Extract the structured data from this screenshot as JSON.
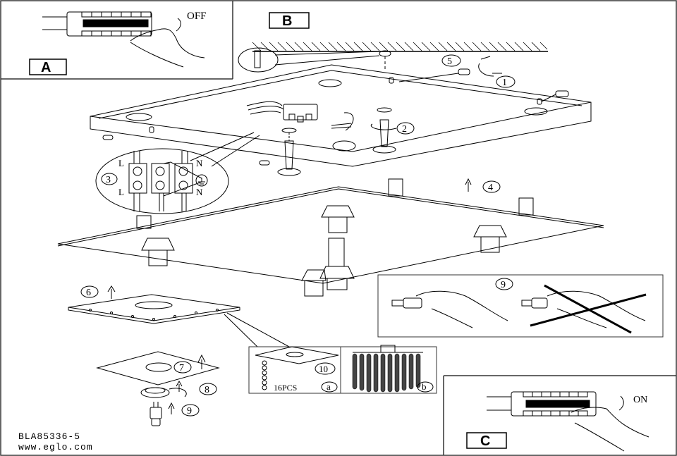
{
  "panels": {
    "A": {
      "label": "A",
      "switch_state": "OFF"
    },
    "B": {
      "label": "B"
    },
    "C": {
      "label": "C",
      "switch_state": "ON"
    }
  },
  "steps": {
    "s1": "1",
    "s2": "2",
    "s3": "3",
    "s4": "4",
    "s5": "5",
    "s6": "6",
    "s7": "7",
    "s8": "8",
    "s9": "9",
    "s9b": "9",
    "s10": "10"
  },
  "wiring": {
    "live_top": "L",
    "live_bottom": "L",
    "neutral_top": "N",
    "neutral_bottom": "N",
    "earth_symbol": "ground-icon"
  },
  "detail": {
    "pieces": "16PCS",
    "sub_a": "a",
    "sub_b": "b"
  },
  "footer": {
    "model": "BLA85336-5",
    "website": "www.eglo.com"
  },
  "colors": {
    "ink": "#000000",
    "paper": "#ffffff",
    "frame": "#333333"
  }
}
